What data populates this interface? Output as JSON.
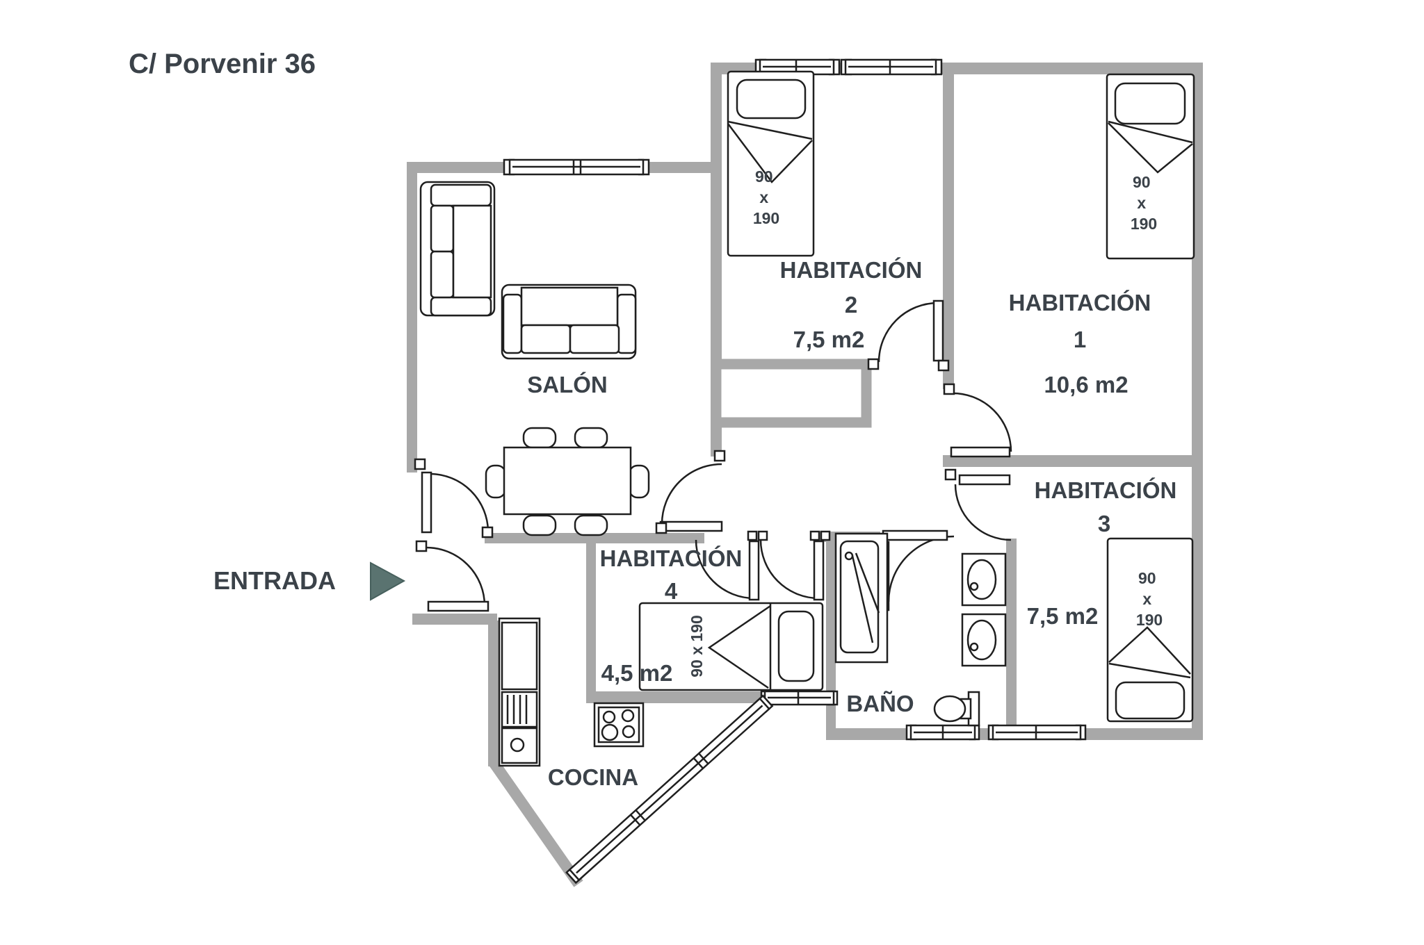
{
  "title": "C/ Porvenir 36",
  "entrance": {
    "label": "ENTRADA",
    "arrow_icon": "triangle-right-icon",
    "arrow_color": "#5a7370"
  },
  "rooms": [
    {
      "name": "SALÓN"
    },
    {
      "name": "HABITACIÓN",
      "number": "1",
      "area": "10,6  m2"
    },
    {
      "name": "HABITACIÓN",
      "number": "2",
      "area": "7,5 m2"
    },
    {
      "name": "HABITACIÓN",
      "number": "3",
      "area": "7,5 m2"
    },
    {
      "name": "HABITACIÓN",
      "number": "4",
      "area": "4,5 m2"
    },
    {
      "name": "BAÑO"
    },
    {
      "name": "COCINA"
    }
  ],
  "bed_dimensions": {
    "width": "90",
    "separator": "x",
    "length": "190",
    "inline": "90 x 190"
  },
  "colors": {
    "wall": "#a8a8a8",
    "outline": "#1f1f1f",
    "text": "#3b4249",
    "arrow": "#5a7370",
    "background": "#ffffff"
  }
}
